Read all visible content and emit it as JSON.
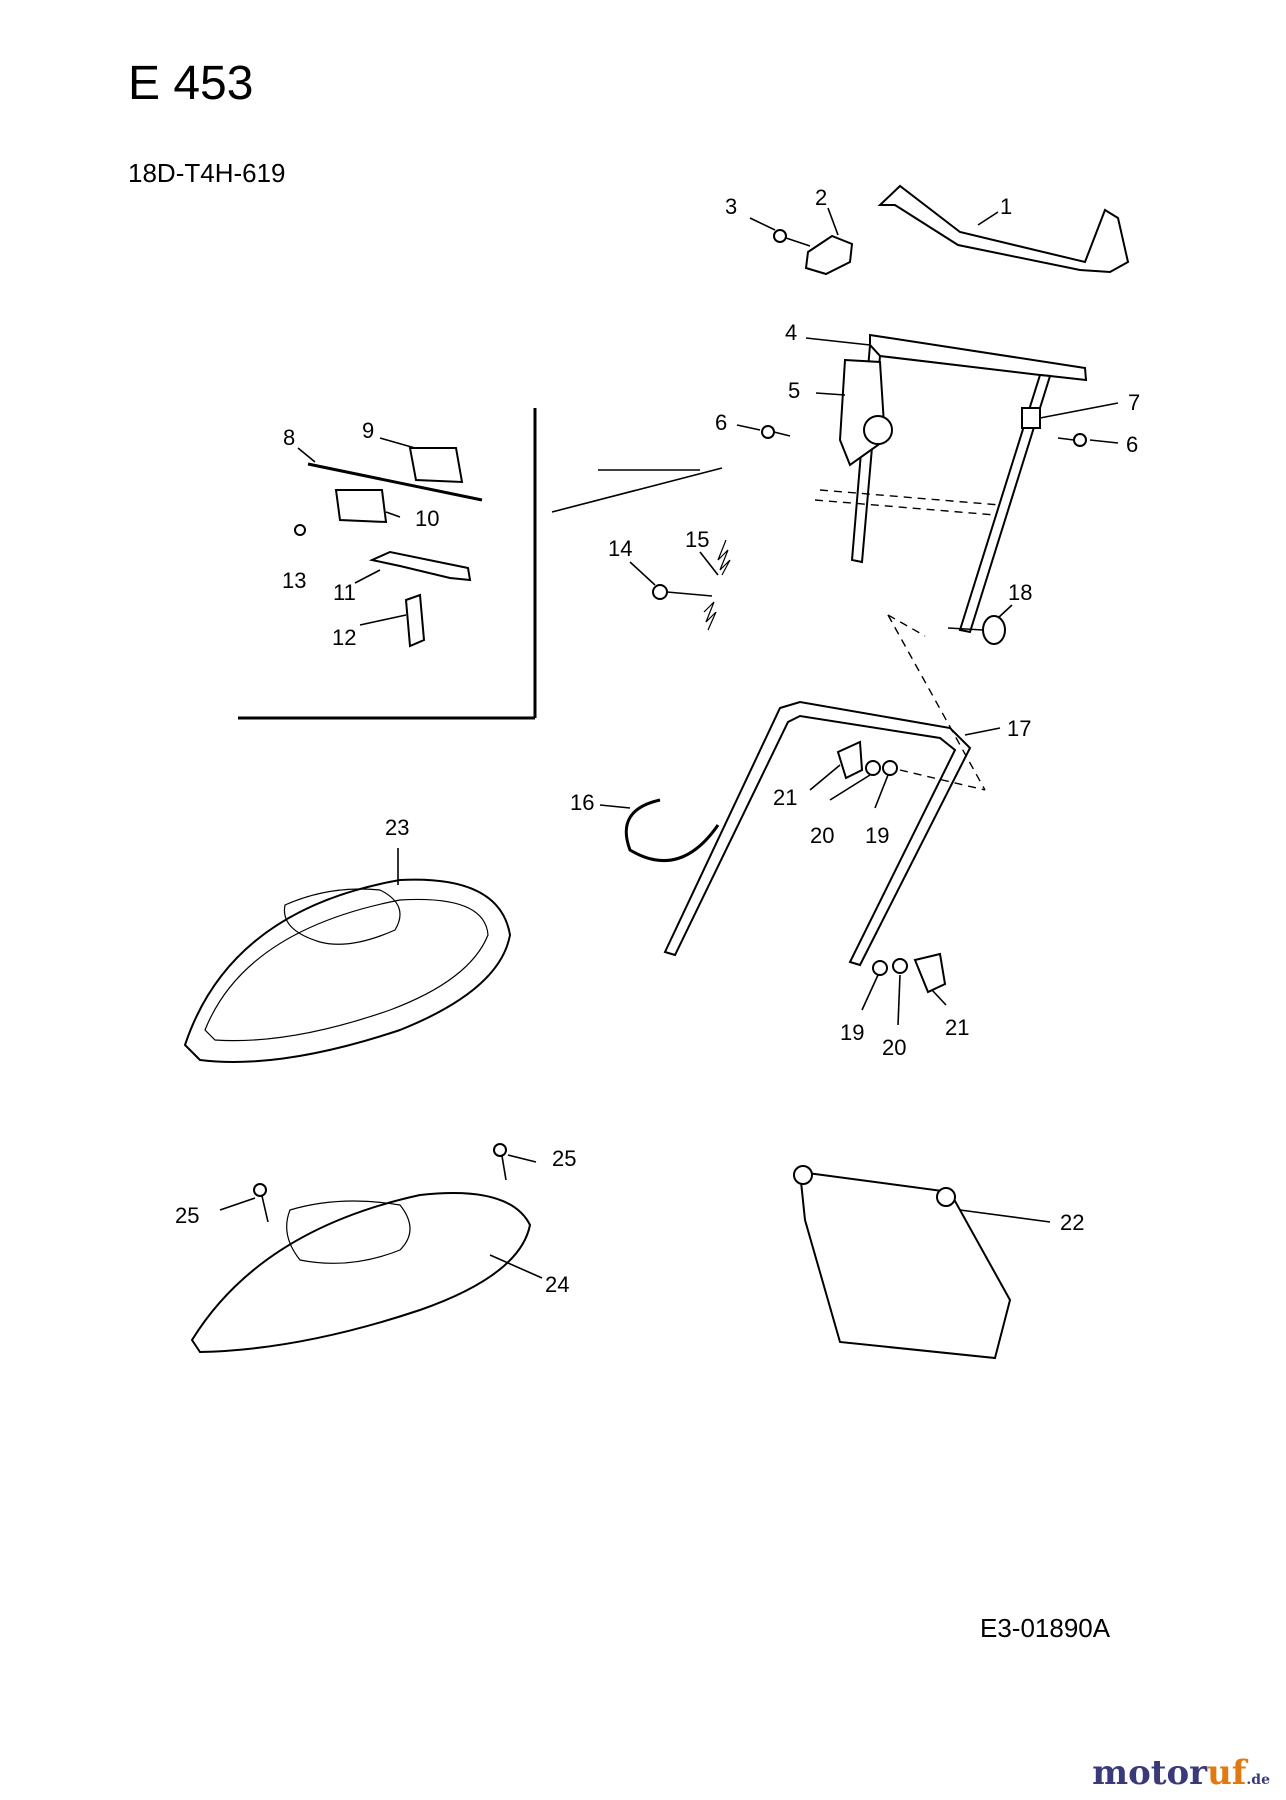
{
  "header": {
    "title": "E 453",
    "model": "18D-T4H-619"
  },
  "footer": {
    "doc_ref": "E3-01890A",
    "watermark_main": "motor",
    "watermark_hl": "uf",
    "watermark_tld": ".de"
  },
  "callouts": [
    "1",
    "2",
    "3",
    "4",
    "5",
    "6",
    "6",
    "7",
    "8",
    "9",
    "10",
    "11",
    "12",
    "13",
    "14",
    "15",
    "16",
    "17",
    "18",
    "19",
    "19",
    "20",
    "20",
    "21",
    "21",
    "22",
    "23",
    "24",
    "25",
    "25"
  ]
}
